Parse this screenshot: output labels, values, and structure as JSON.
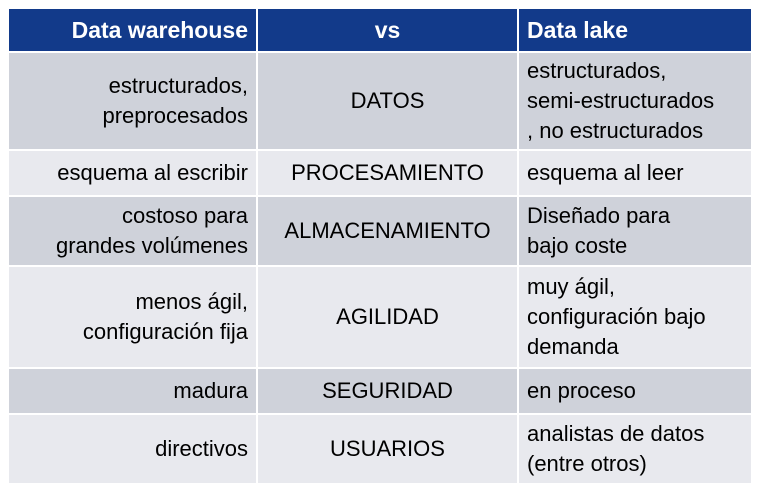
{
  "header": {
    "col1": "Data warehouse",
    "col2": "vs",
    "col3": "Data lake"
  },
  "rows": [
    {
      "warehouse": [
        "estructurados,",
        "preprocesados"
      ],
      "aspect": "DATOS",
      "lake": [
        "estructurados,",
        "semi-estructurados",
        ", no estructurados"
      ]
    },
    {
      "warehouse": [
        "esquema al escribir"
      ],
      "aspect": "PROCESAMIENTO",
      "lake": [
        "esquema al leer"
      ]
    },
    {
      "warehouse": [
        "costoso para",
        "grandes volúmenes"
      ],
      "aspect": "ALMACENAMIENTO",
      "lake": [
        "Diseñado para",
        "bajo coste"
      ]
    },
    {
      "warehouse": [
        "menos ágil,",
        "configuración fija"
      ],
      "aspect": "AGILIDAD",
      "lake": [
        "muy ágil,",
        "configuración bajo",
        "demanda"
      ]
    },
    {
      "warehouse": [
        "madura"
      ],
      "aspect": "SEGURIDAD",
      "lake": [
        "en proceso"
      ]
    },
    {
      "warehouse": [
        "directivos"
      ],
      "aspect": "USUARIOS",
      "lake": [
        "analistas de datos",
        "(entre otros)"
      ]
    }
  ],
  "colors": {
    "header_bg": "#123a8a",
    "row_dark": "#cfd2da",
    "row_light": "#e8e9ee"
  }
}
